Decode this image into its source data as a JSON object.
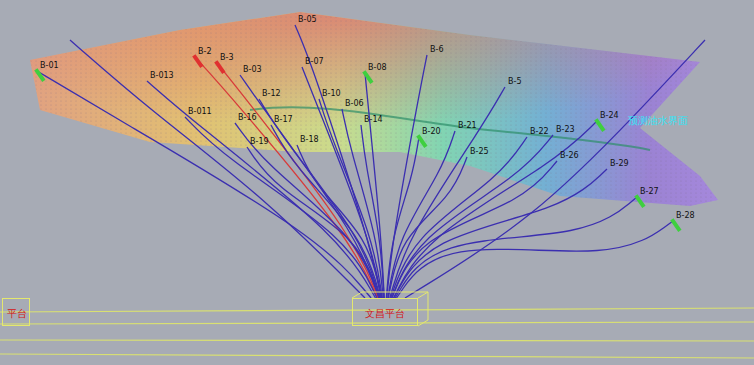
{
  "diagram": {
    "nodes": [
      {
        "text": [
          "平台"
        ]
      },
      {
        "text": [
          "文昌平台"
        ]
      }
    ],
    "labels": [
      "预测油水界面",
      "B-01",
      "B-013",
      "B-2",
      "B-3",
      "B-05",
      "B-03",
      "B-07",
      "B-08",
      "B-6",
      "B-5",
      "B-011",
      "B-12",
      "B-10",
      "B-06",
      "B-14",
      "B-16",
      "B-17",
      "B-18",
      "B-19",
      "B-20",
      "B-21",
      "B-22",
      "B-23",
      "B-24",
      "B-25",
      "B-26",
      "B-27",
      "B-28",
      "B-29"
    ]
  }
}
